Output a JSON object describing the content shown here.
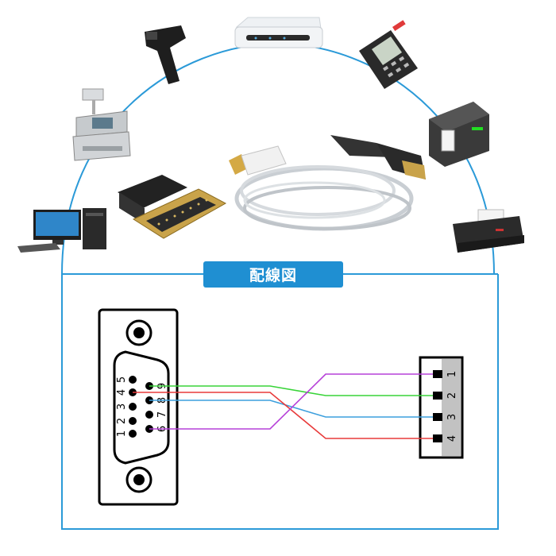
{
  "title": "配線図",
  "devices": [
    {
      "name": "barcode-scanner"
    },
    {
      "name": "network-switch"
    },
    {
      "name": "payment-terminal"
    },
    {
      "name": "cash-register"
    },
    {
      "name": "receipt-printer"
    },
    {
      "name": "db9-db25-adapter"
    },
    {
      "name": "usb-serial-cable"
    },
    {
      "name": "desktop-computer"
    },
    {
      "name": "inkjet-printer"
    }
  ],
  "db9_pins": {
    "top_row": [
      "5",
      "4",
      "3",
      "2",
      "1"
    ],
    "bottom_row": [
      "9",
      "8",
      "7",
      "6"
    ]
  },
  "usb_pins": [
    "1",
    "2",
    "3",
    "4"
  ],
  "wires": [
    {
      "color": "#38d438",
      "from_pin": "9",
      "to_pin": "2"
    },
    {
      "color": "#3c9fdd",
      "from_pin": "8",
      "to_pin": "3"
    },
    {
      "color": "#e83a3a",
      "from_pin": "4",
      "to_pin": "4"
    },
    {
      "color": "#b640d8",
      "from_pin": "6",
      "to_pin": "1"
    }
  ],
  "colors": {
    "frame": "#2b9ad8",
    "badge": "#1f8fd2"
  }
}
